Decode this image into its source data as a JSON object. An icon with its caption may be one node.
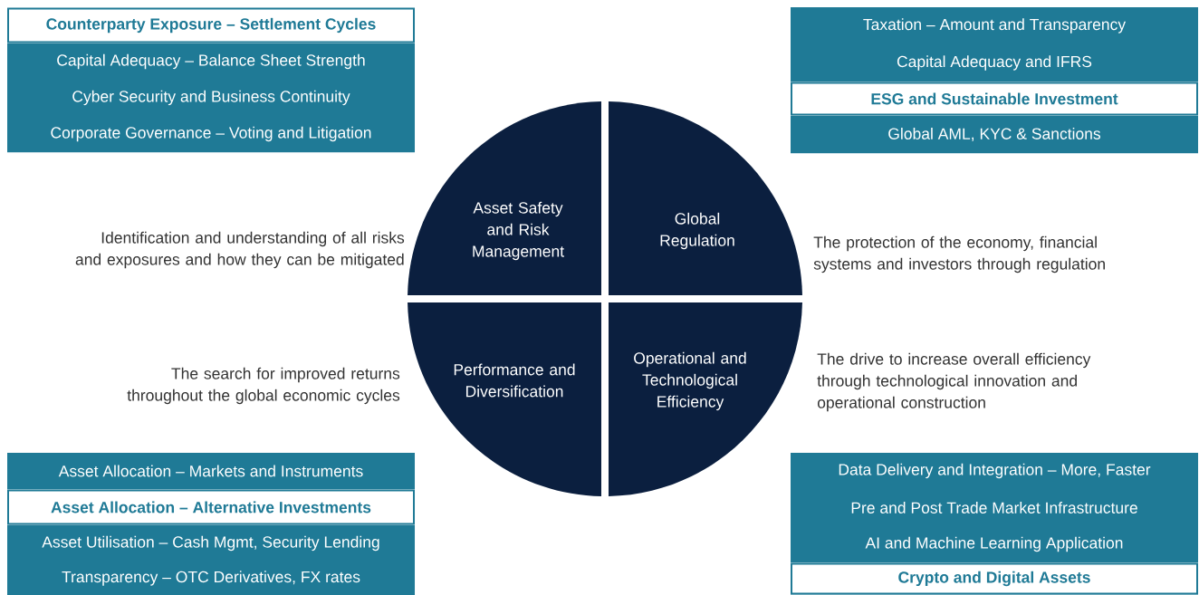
{
  "diagram": {
    "nodes": [
      {
        "text": [
          "Counterparty Exposure – Settlement Cycles"
        ]
      },
      {
        "text": [
          "Capital Adequacy – Balance Sheet Strength"
        ]
      },
      {
        "text": [
          "Cyber Security and Business Continuity"
        ]
      },
      {
        "text": [
          "Corporate Governance – Voting and Litigation"
        ]
      },
      {
        "text": [
          "Taxation –  Amount and Transparency"
        ]
      },
      {
        "text": [
          "Capital Adequacy and IFRS"
        ]
      },
      {
        "text": [
          "ESG and Sustainable Investment"
        ]
      },
      {
        "text": [
          "Global AML, KYC & Sanctions"
        ]
      },
      {
        "text": [
          "Asset Safety and Risk Management"
        ]
      },
      {
        "text": [
          "Global Regulation"
        ]
      },
      {
        "text": [
          "Performance and Diversification"
        ]
      },
      {
        "text": [
          "Operational and Technological Efficiency"
        ]
      },
      {
        "text": [
          "Asset Allocation – Markets and Instruments"
        ]
      },
      {
        "text": [
          "Asset Allocation – Alternative Investments"
        ]
      },
      {
        "text": [
          "Asset Utilisation – Cash Mgmt, Security Lending"
        ]
      },
      {
        "text": [
          "Transparency – OTC Derivatives, FX rates"
        ]
      },
      {
        "text": [
          "Data Delivery and Integration – More, Faster"
        ]
      },
      {
        "text": [
          "Pre and Post Trade Market Infrastructure"
        ]
      },
      {
        "text": [
          "AI and Machine Learning Application"
        ]
      },
      {
        "text": [
          "Crypto and Digital Assets"
        ]
      }
    ],
    "labels": [
      "Identification and understanding of all risks and exposures and how they can be mitigated",
      "The protection of the economy, financial systems and investors through regulation",
      "The search for improved returns throughout the global economic cycles",
      "The drive to increase overall efficiency through technological innovation and operational construction"
    ]
  }
}
